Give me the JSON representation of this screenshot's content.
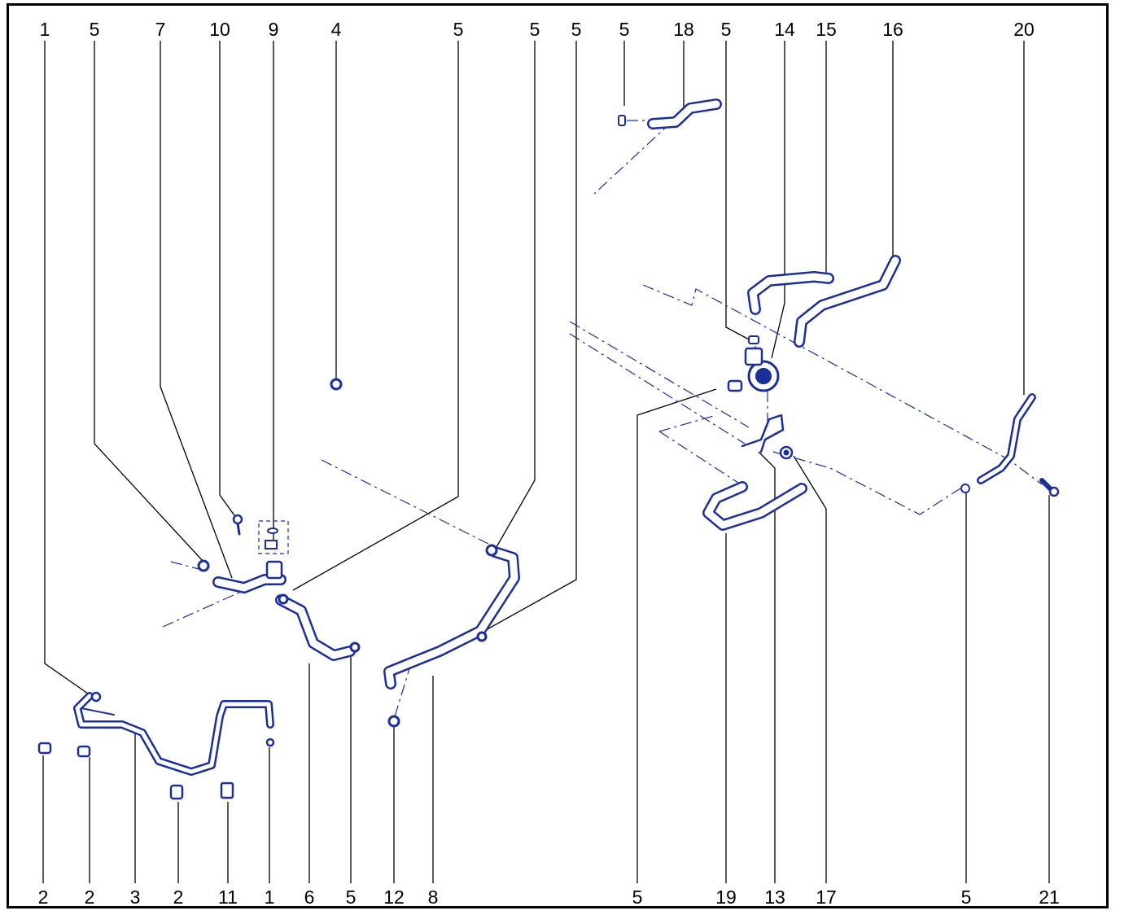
{
  "colors": {
    "line": "#1a2f9c",
    "leader": "#000000",
    "background": "#ffffff"
  },
  "callouts_top": [
    {
      "id": "t1",
      "label": "1"
    },
    {
      "id": "t2",
      "label": "5"
    },
    {
      "id": "t3",
      "label": "7"
    },
    {
      "id": "t4",
      "label": "10"
    },
    {
      "id": "t5",
      "label": "9"
    },
    {
      "id": "t6",
      "label": "4"
    },
    {
      "id": "t7",
      "label": "5"
    },
    {
      "id": "t8",
      "label": "5"
    },
    {
      "id": "t9",
      "label": "5"
    },
    {
      "id": "t10",
      "label": "5"
    },
    {
      "id": "t11",
      "label": "18"
    },
    {
      "id": "t12",
      "label": "5"
    },
    {
      "id": "t13",
      "label": "14"
    },
    {
      "id": "t14",
      "label": "15"
    },
    {
      "id": "t15",
      "label": "16"
    },
    {
      "id": "t16",
      "label": "20"
    }
  ],
  "callouts_bottom": [
    {
      "id": "b1",
      "label": "2"
    },
    {
      "id": "b2",
      "label": "2"
    },
    {
      "id": "b3",
      "label": "3"
    },
    {
      "id": "b4",
      "label": "2"
    },
    {
      "id": "b5",
      "label": "11"
    },
    {
      "id": "b6",
      "label": "1"
    },
    {
      "id": "b7",
      "label": "6"
    },
    {
      "id": "b8",
      "label": "5"
    },
    {
      "id": "b9",
      "label": "12"
    },
    {
      "id": "b10",
      "label": "8"
    },
    {
      "id": "b11",
      "label": "5"
    },
    {
      "id": "b12",
      "label": "19"
    },
    {
      "id": "b13",
      "label": "13"
    },
    {
      "id": "b14",
      "label": "17"
    },
    {
      "id": "b15",
      "label": "5"
    },
    {
      "id": "b16",
      "label": "21"
    }
  ]
}
